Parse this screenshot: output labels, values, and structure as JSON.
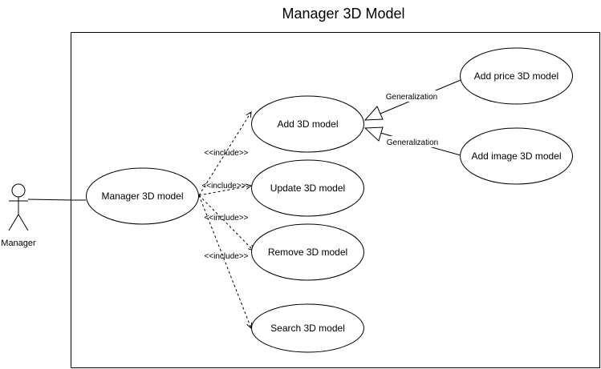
{
  "diagram": {
    "title": "Manager 3D Model",
    "actor": {
      "label": "Manager"
    },
    "use_cases": {
      "manager": "Manager 3D model",
      "add": "Add 3D model",
      "update": "Update 3D model",
      "remove": "Remove 3D model",
      "search": "Search 3D model",
      "add_price": "Add price 3D model",
      "add_image": "Add image 3D model"
    },
    "relations": {
      "include_add": "<<include>>",
      "include_update": "<<include>>",
      "include_remove": "<<include>>",
      "include_search": "<<include>>",
      "generalization_price": "Generalization",
      "generalization_image": "Generalization"
    }
  }
}
